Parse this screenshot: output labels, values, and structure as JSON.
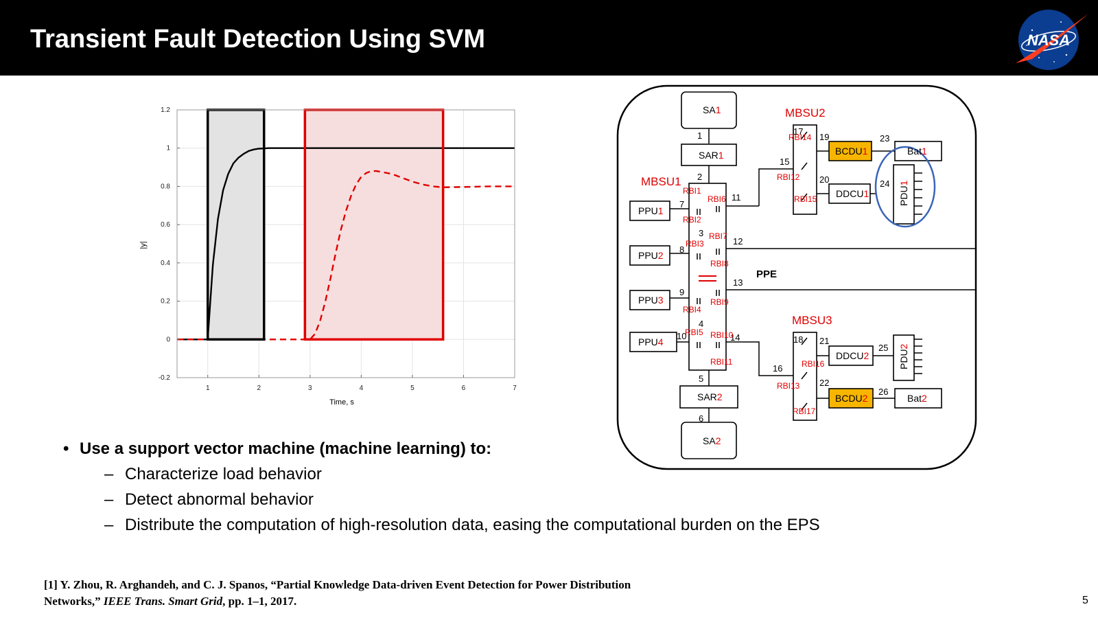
{
  "slide": {
    "title": "Transient Fault Detection Using SVM",
    "page_number": "5",
    "logo_text": "NASA"
  },
  "bullets": {
    "main": "Use a support vector machine (machine learning) to:",
    "subs": [
      "Characterize load behavior",
      "Detect abnormal behavior",
      "Distribute the computation of high-resolution data, easing the computational burden on the EPS"
    ]
  },
  "reference": {
    "part1": "[1] Y. Zhou, R. Arghandeh, and C. J. Spanos, “Partial Knowledge Data-driven Event Detection for Power Distribution",
    "part2a": "Networks,” ",
    "journal": "IEEE Trans. Smart Grid",
    "part2b": ", pp. 1–1, 2017."
  },
  "chart_data": {
    "type": "line",
    "xlabel": "Time, s",
    "ylabel": "|y|",
    "xlim": [
      0.4,
      7
    ],
    "ylim": [
      -0.2,
      1.2
    ],
    "xticks": [
      1,
      2,
      3,
      4,
      5,
      6,
      7
    ],
    "yticks": [
      -0.2,
      0,
      0.2,
      0.4,
      0.6,
      0.8,
      1,
      1.2
    ],
    "grid": true,
    "series": [
      {
        "style": "solid",
        "color": "#000000",
        "x": [
          0.4,
          1.0,
          1.05,
          1.1,
          1.2,
          1.3,
          1.4,
          1.5,
          1.6,
          1.7,
          1.8,
          1.9,
          2.0,
          2.2,
          2.5,
          3.0,
          4.0,
          5.0,
          6.0,
          7.0
        ],
        "y": [
          0,
          0,
          0.2,
          0.39,
          0.63,
          0.78,
          0.865,
          0.92,
          0.95,
          0.97,
          0.985,
          0.993,
          0.997,
          1.0,
          1.0,
          1.0,
          1.0,
          1.0,
          1.0,
          1.0
        ]
      },
      {
        "style": "dashed",
        "color": "#e00000",
        "x": [
          0.4,
          3.0,
          3.1,
          3.2,
          3.3,
          3.4,
          3.5,
          3.6,
          3.7,
          3.8,
          3.9,
          4.0,
          4.1,
          4.2,
          4.3,
          4.4,
          4.6,
          4.8,
          5.0,
          5.2,
          5.4,
          5.6,
          6.0,
          6.5,
          7.0
        ],
        "y": [
          0,
          0,
          0.03,
          0.1,
          0.2,
          0.32,
          0.45,
          0.57,
          0.67,
          0.75,
          0.81,
          0.85,
          0.87,
          0.88,
          0.88,
          0.875,
          0.865,
          0.845,
          0.825,
          0.81,
          0.8,
          0.795,
          0.797,
          0.8,
          0.8
        ]
      }
    ],
    "highlight_boxes": [
      {
        "x": [
          1.0,
          2.1
        ],
        "y": [
          0,
          1.2
        ],
        "fill": "#e3e3e3",
        "stroke": "#000000"
      },
      {
        "x": [
          2.9,
          5.6
        ],
        "y": [
          0,
          1.2
        ],
        "fill": "#f6dede",
        "stroke": "#e00000"
      }
    ]
  },
  "diagram": {
    "colors": {
      "red": "#e00000",
      "orange": "#f7b500",
      "blue": "#3a64b8"
    },
    "labels": {
      "mbsu1": "MBSU1",
      "mbsu2": "MBSU2",
      "mbsu3": "MBSU3",
      "ppe": "PPE",
      "sa_main": "SA",
      "sar_main": "SAR",
      "ppu_main": "PPU",
      "bcdu_main": "BCDU",
      "ddcu_main": "DDCU",
      "bat_main": "Bat",
      "pdu_main": "PDU",
      "one": "1",
      "two": "2",
      "three": "3",
      "four": "4",
      "n5": "5",
      "n6": "6",
      "n7": "7",
      "n8": "8",
      "n9": "9",
      "n10": "10",
      "n11": "11",
      "n12": "12",
      "n13": "13",
      "n14": "14",
      "n15": "15",
      "n16": "16",
      "n17": "17",
      "n18": "18",
      "n19": "19",
      "n20": "20",
      "n21": "21",
      "n22": "22",
      "n23": "23",
      "n24": "24",
      "n25": "25",
      "n26": "26",
      "rbi1": "RBI1",
      "rbi2": "RBI2",
      "rbi3": "RBI3",
      "rbi4": "RBI4",
      "rbi5": "RBI5",
      "rbi6": "RBI6",
      "rbi7": "RBI7",
      "rbi8": "RBI8",
      "rbi9": "RBI9",
      "rbi10": "RBI10",
      "rbi11": "RBI11",
      "rbi12": "RBI12",
      "rbi13": "RBI13",
      "rbi14": "RBI14",
      "rbi15": "RBI15",
      "rbi16": "RBI16",
      "rbi17": "RBI17"
    }
  }
}
